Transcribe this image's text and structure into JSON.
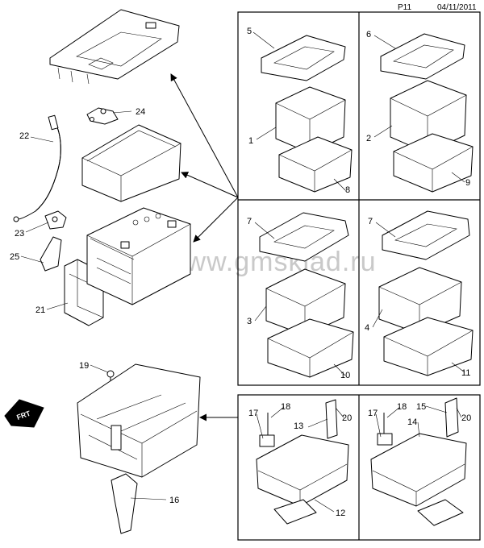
{
  "header": {
    "page": "P11",
    "date": "04/11/2011"
  },
  "watermark": "www.gmsklad.ru",
  "direction_badge": "FRT",
  "callouts": {
    "c1": "1",
    "c2": "2",
    "c3": "3",
    "c4": "4",
    "c5": "5",
    "c6": "6",
    "c7a": "7",
    "c7b": "7",
    "c8": "8",
    "c9": "9",
    "c10": "10",
    "c11": "11",
    "c12": "12",
    "c13": "13",
    "c14": "14",
    "c15": "15",
    "c16": "16",
    "c17a": "17",
    "c17b": "17",
    "c18a": "18",
    "c18b": "18",
    "c19": "19",
    "c20a": "20",
    "c20b": "20",
    "c21": "21",
    "c22": "22",
    "c23": "23",
    "c24": "24",
    "c25": "25"
  }
}
